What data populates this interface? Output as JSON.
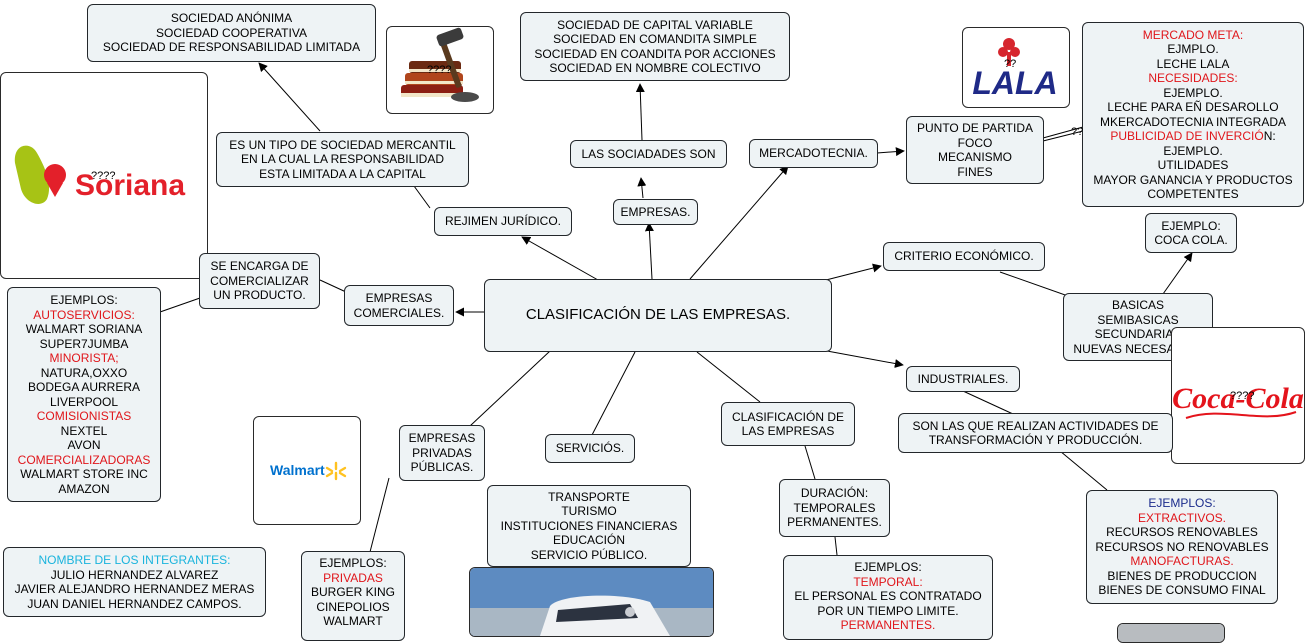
{
  "center": "CLASIFICACIÓN DE LAS EMPRESAS.",
  "nodes": {
    "sociedad_tipos": [
      "SOCIEDAD ANÓNIMA",
      "SOCIEDAD COOPERATIVA",
      "SOCIEDAD DE RESPONSABILIDAD LIMITADA"
    ],
    "sociedad_mercantil": [
      "ES UN TIPO DE SOCIEDAD MERCANTIL",
      "EN LA CUAL LA RESPONSABILIDAD",
      "ESTA LIMITADA A LA CAPITAL"
    ],
    "regimen": "REJIMEN JURÍDICO.",
    "capital_variable": [
      "SOCIEDAD DE CAPITAL VARIABLE",
      "SOCIEDAD EN COMANDITA SIMPLE",
      "SOCIEDAD EN COANDITA POR ACCIONES",
      "SOCIEDAD EN NOMBRE COLECTIVO"
    ],
    "sociadades": "LAS SOCIADADES SON",
    "empresas": "EMPRESAS.",
    "mercadotecnia": "MERCADOTECNIA.",
    "punto_partida": [
      "PUNTO DE PARTIDA",
      "FOCO",
      "MECANISMO",
      "FINES"
    ],
    "mercado_meta": [
      {
        "t": "MERCADO META:",
        "c": "red"
      },
      {
        "t": "EJMPLO.",
        "c": ""
      },
      {
        "t": "LECHE LALA",
        "c": ""
      },
      {
        "t": "NECESIDADES:",
        "c": "red"
      },
      {
        "t": "EJEMPLO.",
        "c": ""
      },
      {
        "t": "LECHE PARA EÑ DESAROLLO",
        "c": ""
      },
      {
        "t": "MKERCADOTECNIA INTEGRADA",
        "c": ""
      },
      {
        "t": "PUBLICIDAD DE INVERCIÓ",
        "c": "red",
        "suffix": "N:"
      },
      {
        "t": "EJEMPLO.",
        "c": ""
      },
      {
        "t": "UTILIDADES",
        "c": ""
      },
      {
        "t": "MAYOR GANANCIA Y PRODUCTOS",
        "c": ""
      },
      {
        "t": "COMPETENTES",
        "c": ""
      }
    ],
    "coca_ejemplo": [
      "EJEMPLO:",
      "COCA COLA."
    ],
    "criterio": "CRITERIO ECONÓMICO.",
    "basicas": [
      "BASICAS",
      "SEMIBASICAS",
      "SECUNDARIAS",
      "NUEVAS NECESARIAS"
    ],
    "industriales": "INDUSTRIALES.",
    "transformacion": [
      "SON LAS QUE REALIZAN ACTIVIDADES DE",
      "TRANSFORMACIÓN Y PRODUCCIÓN."
    ],
    "ej_industriales": [
      {
        "t": "EJEMPLOS:",
        "c": "blue"
      },
      {
        "t": "EXTRACTIVOS.",
        "c": "red"
      },
      {
        "t": "RECURSOS RENOVABLES",
        "c": ""
      },
      {
        "t": "RECURSOS NO RENOVABLES",
        "c": ""
      },
      {
        "t": "MANOFACTURAS.",
        "c": "red"
      },
      {
        "t": "BIENES DE PRODUCCION",
        "c": ""
      },
      {
        "t": "BIENES DE CONSUMO FINAL",
        "c": ""
      }
    ],
    "comercializar": [
      "SE ENCARGA DE",
      "COMERCIALIZAR",
      "UN PRODUCTO."
    ],
    "comerciales": [
      "EMPRESAS",
      "COMERCIALES."
    ],
    "ej_comerciales": [
      {
        "t": "EJEMPLOS:",
        "c": ""
      },
      {
        "t": "AUTOSERVICIOS:",
        "c": "red"
      },
      {
        "t": "WALMART SORIANA",
        "c": ""
      },
      {
        "t": "SUPER7JUMBA",
        "c": ""
      },
      {
        "t": "MINORISTA;",
        "c": "red"
      },
      {
        "t": "NATURA,OXXO",
        "c": ""
      },
      {
        "t": "BODEGA AURRERA",
        "c": ""
      },
      {
        "t": "LIVERPOOL",
        "c": ""
      },
      {
        "t": "COMISIONISTAS",
        "c": "red"
      },
      {
        "t": "NEXTEL",
        "c": ""
      },
      {
        "t": "AVON",
        "c": ""
      },
      {
        "t": "COMERCIALIZADORAS",
        "c": "red"
      },
      {
        "t": "WALMART STORE INC",
        "c": ""
      },
      {
        "t": "AMAZON",
        "c": ""
      }
    ],
    "privadas_publicas": [
      "EMPRESAS",
      "PRIVADAS",
      "PÚBLICAS."
    ],
    "ej_privadas": [
      {
        "t": "EJEMPLOS:",
        "c": ""
      },
      {
        "t": "PRIVADAS",
        "c": "red"
      },
      {
        "t": "BURGER KING",
        "c": ""
      },
      {
        "t": "CINEPOLIOS",
        "c": ""
      },
      {
        "t": "WALMART",
        "c": ""
      }
    ],
    "servicios": "SERVICIÓS.",
    "transporte": [
      "TRANSPORTE",
      "TURISMO",
      "INSTITUCIONES FINANCIERAS",
      "EDUCACIÓN",
      "SERVICIO PÚBLICO."
    ],
    "clasificacion2": [
      "CLASIFICACIÓN DE",
      "LAS EMPRESAS"
    ],
    "duracion": [
      "DURACIÓN:",
      "TEMPORALES",
      "PERMANENTES."
    ],
    "ej_duracion": [
      {
        "t": "EJEMPLOS:",
        "c": ""
      },
      {
        "t": "TEMPORAL:",
        "c": "red"
      },
      {
        "t": "EL PERSONAL ES CONTRATADO",
        "c": ""
      },
      {
        "t": "POR UN TIEMPO LIMITE.",
        "c": ""
      },
      {
        "t": "PERMANENTES.",
        "c": "red"
      }
    ],
    "integrantes": [
      {
        "t": "NOMBRE DE LOS INTEGRANTES:",
        "c": "cyan"
      },
      {
        "t": "JULIO HERNANDEZ ALVAREZ",
        "c": ""
      },
      {
        "t": "JAVIER ALEJANDRO HERNANDEZ MERAS",
        "c": ""
      },
      {
        "t": "JUAN DANIEL HERNANDEZ CAMPOS.",
        "c": ""
      }
    ]
  },
  "logos": {
    "soriana": "Soriana",
    "lala": "LALA",
    "walmart": "Walmart",
    "cocacola": "Coca-Cola"
  },
  "placeholder_marks": {
    "soriana": "????",
    "books": "????",
    "lala": "??",
    "mercado": "??",
    "cocacola": "????"
  },
  "colors": {
    "node_bg": "#eef3f5",
    "node_border": "#23272b",
    "highlight_red": "#e0161b",
    "highlight_blue": "#1b2c8c",
    "highlight_cyan": "#1ab4dd",
    "soriana_red": "#e3202a",
    "soriana_green": "#a7c315",
    "lala_blue": "#1f2a87",
    "lala_red": "#d6262e",
    "walmart_blue": "#0071ce",
    "walmart_yellow": "#ffc220",
    "coca_red": "#e4141c"
  },
  "icons": [
    "gavel-books-icon",
    "bus-photo",
    "truck-photo"
  ]
}
